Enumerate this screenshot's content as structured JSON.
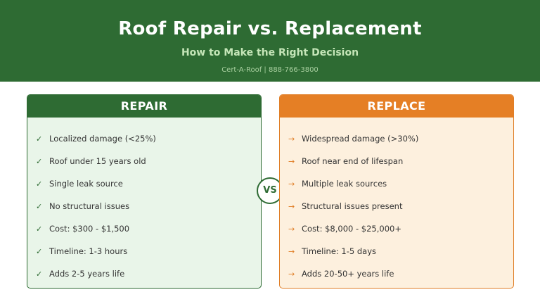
{
  "header": {
    "title": "Roof Repair vs. Replacement",
    "subtitle": "How to Make the Right Decision",
    "contact": "Cert-A-Roof  |  888-766-3800"
  },
  "repair": {
    "heading": "REPAIR",
    "icon": "check-icon",
    "mark": "✓",
    "color": "#2e6b33",
    "items": [
      "Localized damage (<25%)",
      "Roof under 15 years old",
      "Single leak source",
      "No structural issues",
      "Cost: $300 - $1,500",
      "Timeline: 1-3 hours",
      "Adds 2-5 years life"
    ]
  },
  "vs_label": "VS",
  "replace": {
    "heading": "REPLACE",
    "icon": "arrow-right-icon",
    "mark": "→",
    "color": "#e57f25",
    "items": [
      "Widespread damage (>30%)",
      "Roof near end of lifespan",
      "Multiple leak sources",
      "Structural issues present",
      "Cost: $8,000 - $25,000+",
      "Timeline: 1-5 days",
      "Adds 20-50+ years life"
    ]
  }
}
